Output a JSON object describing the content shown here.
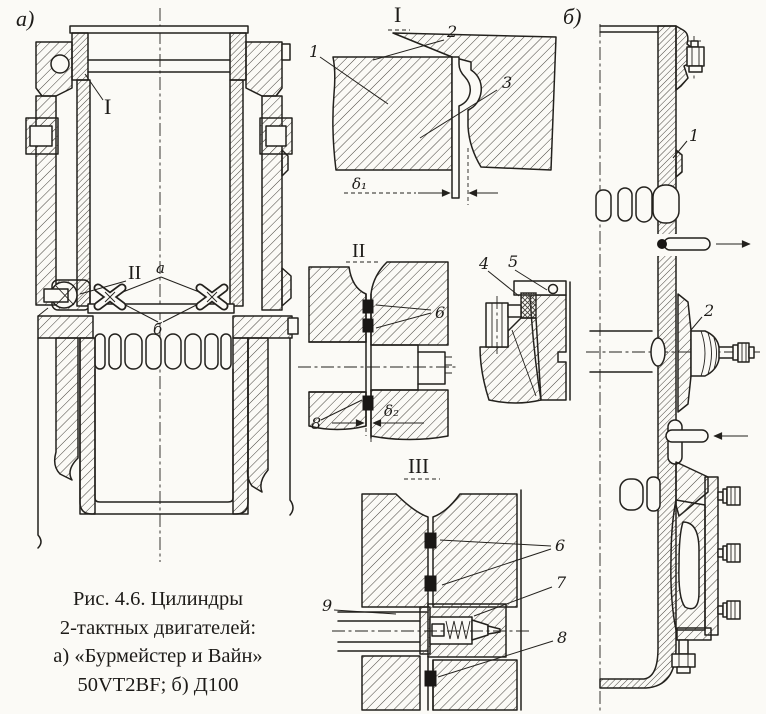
{
  "colors": {
    "paper": "#fbfaf6",
    "ink": "#23211d"
  },
  "panel_a": {
    "label": "а)",
    "detail_marker_I": "I",
    "detail_marker_II": "II",
    "point_a": "а",
    "point_b": "б"
  },
  "detail_I": {
    "title": "I",
    "callout_1": "1",
    "callout_2": "2",
    "callout_3": "3",
    "gap_label": "δ₁"
  },
  "detail_II": {
    "title": "II",
    "callout_6": "6",
    "callout_8": "8",
    "gap_label": "δ₂"
  },
  "detail_mount": {
    "callout_4": "4",
    "callout_5": "5"
  },
  "detail_III": {
    "title": "III",
    "callout_6": "6",
    "callout_7": "7",
    "callout_8": "8",
    "callout_9": "9"
  },
  "panel_b": {
    "label": "б)",
    "callout_1": "1",
    "callout_2": "2"
  },
  "caption": {
    "line1": "Рис. 4.6. Цилиндры",
    "line2": "2-тактных двигателей:",
    "line3": "а) «Бурмейстер и Вайн»",
    "line4": "50VT2BF; б) Д100"
  }
}
